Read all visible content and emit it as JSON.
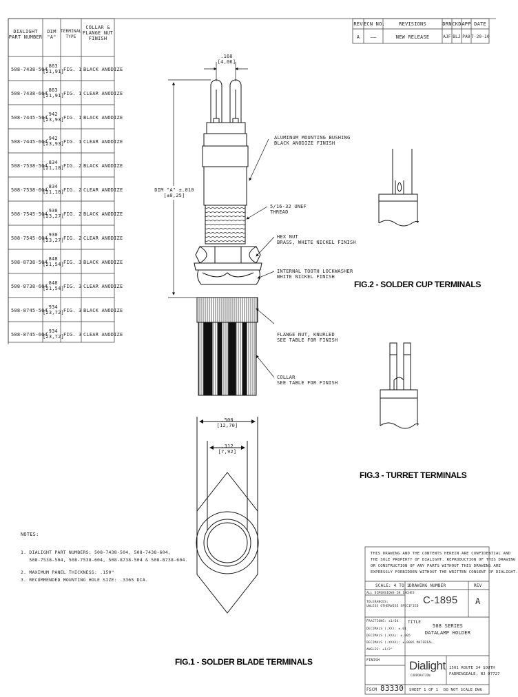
{
  "parts_table": {
    "headers": {
      "part_number": "DIALIGHT\nPART NUMBER",
      "dim": "DIM\n\"A\"",
      "terminal": "TERMINAL\nTYPE",
      "collar": "COLLAR &\nFLANGE NUT\nFINISH"
    },
    "rows": [
      {
        "part": "508-7438-504",
        "dim": ".863\n[21,91]",
        "terminal": "FIG. 1",
        "finish": "BLACK ANODIZE"
      },
      {
        "part": "508-7438-604",
        "dim": ".863\n[21,91]",
        "terminal": "FIG. 1",
        "finish": "CLEAR ANODIZE"
      },
      {
        "part": "508-7445-504",
        "dim": ".942\n[23,93]",
        "terminal": "FIG. 1",
        "finish": "BLACK ANODIZE"
      },
      {
        "part": "508-7445-604",
        "dim": ".942\n[23,93]",
        "terminal": "FIG. 1",
        "finish": "CLEAR ANODIZE"
      },
      {
        "part": "508-7538-504",
        "dim": ".834\n[21,18]",
        "terminal": "FIG. 2",
        "finish": "BLACK ANODIZE"
      },
      {
        "part": "508-7538-604",
        "dim": ".834\n[21,18]",
        "terminal": "FIG. 2",
        "finish": "CLEAR ANODIZE"
      },
      {
        "part": "508-7545-504",
        "dim": ".930\n[23,27]",
        "terminal": "FIG. 2",
        "finish": "BLACK ANODIZE"
      },
      {
        "part": "508-7545-604",
        "dim": ".930\n[23,27]",
        "terminal": "FIG. 2",
        "finish": "CLEAR ANODIZE"
      },
      {
        "part": "508-8738-504",
        "dim": ".848\n[21,54]",
        "terminal": "FIG. 3",
        "finish": "BLACK ANODIZE"
      },
      {
        "part": "508-8738-604",
        "dim": ".848\n[21,54]",
        "terminal": "FIG. 3",
        "finish": "CLEAR ANODIZE"
      },
      {
        "part": "508-8745-504",
        "dim": ".934\n[23,72]",
        "terminal": "FIG. 3",
        "finish": "BLACK ANODIZE"
      },
      {
        "part": "508-8745-604",
        "dim": ".934\n[23,72]",
        "terminal": "FIG. 3",
        "finish": "CLEAR ANODIZE"
      }
    ]
  },
  "revision_block": {
    "headers": [
      "REV",
      "ECN NO.",
      "REVISIONS",
      "DRN",
      "CKD",
      "APP",
      "DATE"
    ],
    "row": [
      "A",
      "——",
      "NEW RELEASE",
      "AJF",
      "BLJ",
      "PA0",
      "7-20-10"
    ]
  },
  "callouts": {
    "dim_160": ".160\n[4,06]",
    "dim_a": "DIM \"A\" ±.010\n[±0,25]",
    "bushing": "ALUMINUM MOUNTING BUSHING\nBLACK ANODIZE FINISH",
    "thread": "5/16-32 UNEF\nTHREAD",
    "hex_nut": "HEX NUT\nBRASS, WHITE NICKEL FINISH",
    "washer": "INTERNAL TOOTH LOCKWASHER\nWHITE NICKEL FINISH",
    "flange_nut": "FLANGE NUT, KNURLED\nSEE TABLE FOR FINISH",
    "collar": "COLLAR\nSEE TABLE FOR FINISH",
    "dim_500": ".500\n[12,70]",
    "dim_312": ".312\n[7,92]"
  },
  "figures": {
    "fig1": "FIG.1 - SOLDER BLADE TERMINALS",
    "fig2": "FIG.2 - SOLDER CUP TERMINALS",
    "fig3": "FIG.3 - TURRET TERMINALS"
  },
  "notes": {
    "title": "NOTES:",
    "items": [
      "1. DIALIGHT PART NUMBERS: 508-7438-504, 508-7438-604,",
      "   508-7538-504, 508-7538-604, 508-8738-504 & 508-8738-604.",
      "2. MAXIMUM PANEL THICKNESS: .150\"",
      "3. RECOMMENDED MOUNTING HOLE SIZE: .3365 DIA."
    ]
  },
  "title_block": {
    "confidential": "THIS DRAWING AND THE CONTENTS HEREIN ARE CONFIDENTIAL AND\nTHE SOLE PROPERTY OF DIALIGHT. REPRODUCTION OF THIS DRAWING\nOR CONSTRUCTION OF ANY PARTS WITHOUT THIS DRAWING ARE\nEXPRESSLY FORBIDDEN WITHOUT THE WRITTEN CONSENT OF DIALIGHT.",
    "scale_label": "SCALE: 4 TO 1",
    "drawing_number_label": "DRAWING NUMBER",
    "rev_label": "REV",
    "dims_in_inches": "ALL DIMENSIONS IN INCHES",
    "tolerances": "TOLERANCES:\nUNLESS OTHERWISE SPECIFIED",
    "drawing_number": "C-1895",
    "rev_value": "A",
    "fractions": "FRACTIONS: ±1/64",
    "decimal_2": "DECIMALS (.XX): ±.01",
    "decimal_3": "DECIMALS (.XXX): ±.005",
    "decimal_4": "DECIMALS (.XXXX): ±.0005 MATERIAL",
    "angles": "ANGLES: ±1/2°",
    "title_label": "TITLE",
    "title_line1": "508 SERIES",
    "title_line2": "DATALAMP HOLDER",
    "finish": "FINISH",
    "logo": "Dialight",
    "logo_sub": "CORPORATION",
    "address_line1": "1501 ROUTE 34 SOUTH",
    "address_line2": "FARMINGDALE, NJ 07727",
    "fscm_label": "FSCM",
    "fscm": "83330",
    "sheet": "SHEET 1 OF 1",
    "do_not_scale": "DO NOT SCALE DWG"
  }
}
